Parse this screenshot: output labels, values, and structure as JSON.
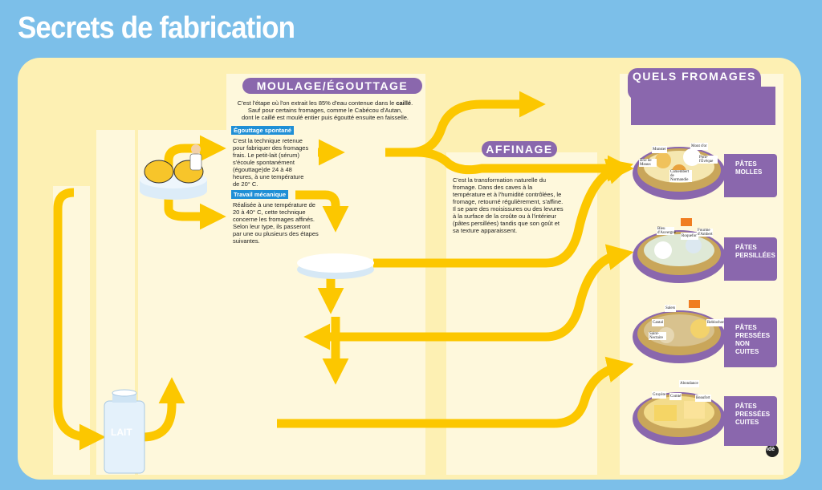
{
  "title": "Secrets de fabrication",
  "moulage": {
    "header": "MOULAGE/ÉGOUTTAGE",
    "intro_1": "C'est l'étape où l'on extrait les 85% d'eau contenue dans le ",
    "intro_bold": "caillé",
    "intro_2": ". Sauf pour certains fromages, comme le Cabécou d'Autan,",
    "intro_3": "dont le caillé est moulé entier puis égoutté ensuite en faisselle.",
    "egouttage_label": "Égouttage spontané",
    "egouttage_text": "C'est la technique retenue pour fabriquer des fromages frais. Le petit-lait (sérum) s'écoule spontanément (égouttage)de 24 à 48 heures, à une température de 20° C.",
    "travail_label": "Travail mécanique",
    "travail_text": "Réalisée à une température de 20 à 40° C, cette technique concerne les fromages affinés. Selon leur type, ils passeront par une ou plusieurs des étapes suivantes."
  },
  "affinage": {
    "header": "AFFINAGE",
    "text": "C'est la transformation naturelle du fromage. Dans des caves à la température et à l'humidité contrôlées, le fromage, retourné régulièrement, s'affine. Il se pare des moisissures ou des levures à la surface de la croûte ou à l'intérieur (pâtes persillées) tandis que son goût et sa texture apparaissent."
  },
  "fromages": {
    "header": "QUELS FROMAGES ?",
    "categories": [
      {
        "line1": "PÂTES",
        "line2": "MOLLES",
        "line3": ""
      },
      {
        "line1": "PÂTES",
        "line2": "PERSILLÉES",
        "line3": ""
      },
      {
        "line1": "PÂTES",
        "line2": "PRESSÉES",
        "line3": "NON CUITES"
      },
      {
        "line1": "PÂTES",
        "line2": "PRESSÉES",
        "line3": "CUITES"
      }
    ],
    "tray1_tags": [
      "Munster",
      "Brie de Meaux",
      "Mont d'or",
      "Camembert de Normandie",
      "Pont-l'Évêque"
    ],
    "tray2_tags": [
      "Bleu d'Auvergne",
      "Roquefort",
      "Fourme d'Ambert"
    ],
    "tray3_tags": [
      "Salers",
      "Cantal",
      "Saint-Nectaire",
      "Reblochon"
    ],
    "tray4_tags": [
      "Abondance",
      "Gruyère",
      "Comté",
      "Beaufort"
    ]
  },
  "lait_label": "LAIT",
  "logo": "idè",
  "colors": {
    "background": "#7cbfe9",
    "board": "#fdf0b3",
    "arrow": "#fcc700",
    "purple": "#8a67ad",
    "blue_label": "#1f8fd6"
  }
}
